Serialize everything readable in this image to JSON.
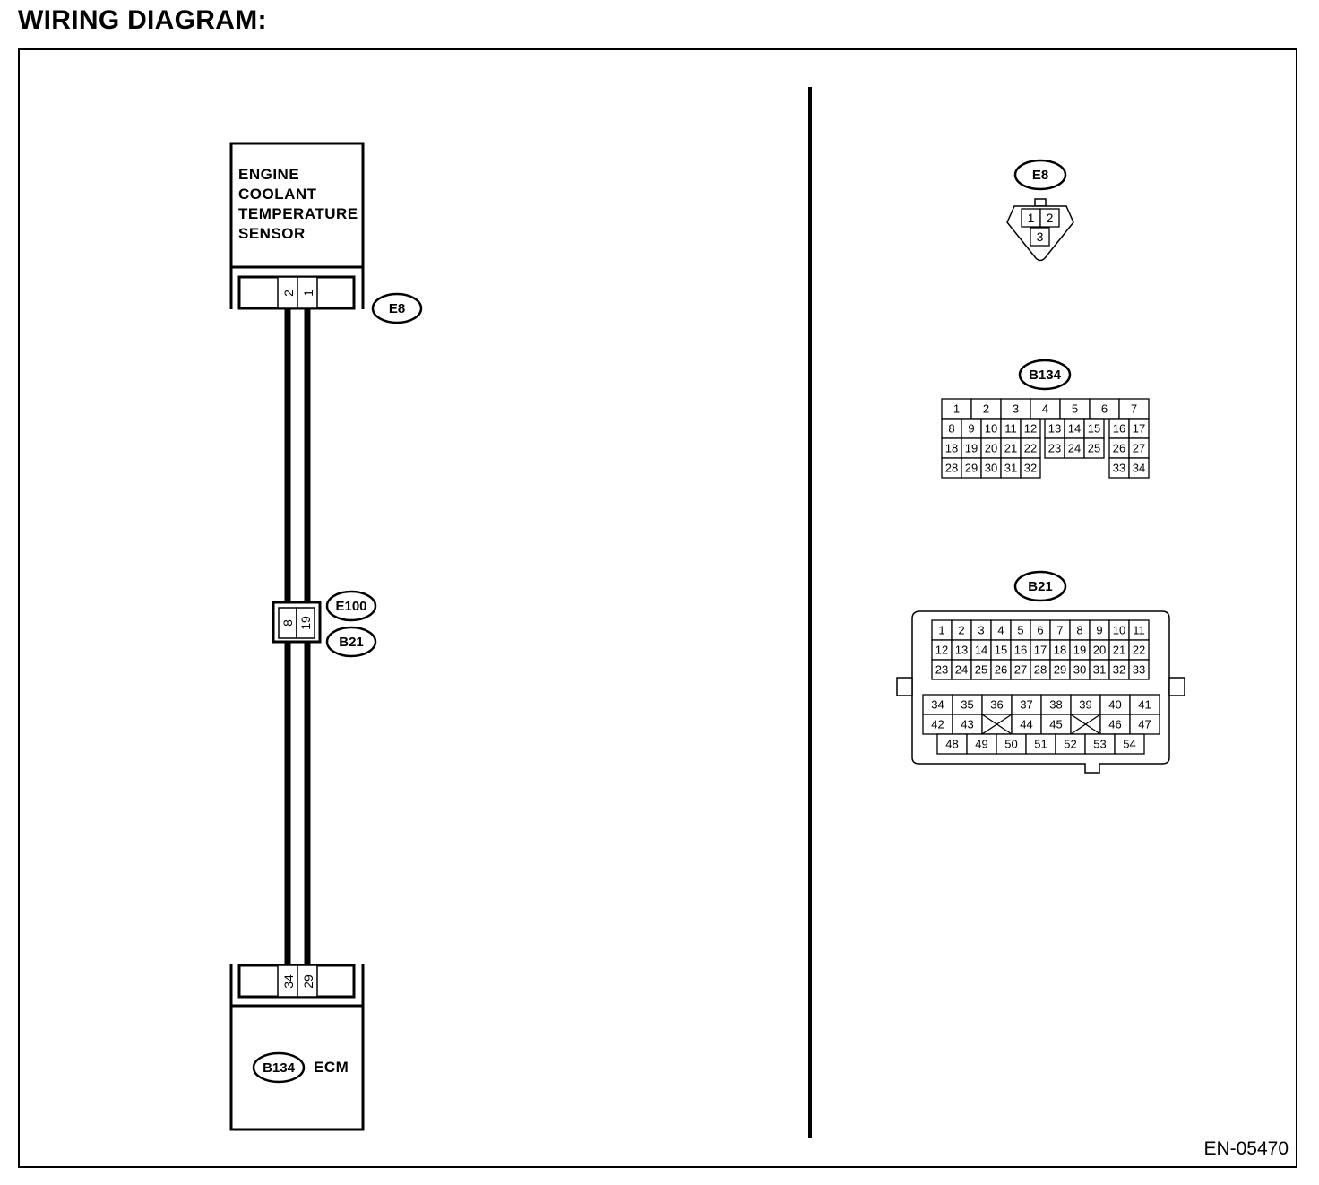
{
  "title": "WIRING DIAGRAM:",
  "figure_code": "EN-05470",
  "sensor": {
    "name_lines": [
      "ENGINE",
      "COOLANT",
      "TEMPERATURE",
      "SENSOR"
    ],
    "connector": "E8",
    "pins": [
      "2",
      "1"
    ]
  },
  "joint": {
    "connectors": [
      "E100",
      "B21"
    ],
    "pins": [
      "8",
      "19"
    ]
  },
  "ecm": {
    "name": "ECM",
    "connector": "B134",
    "pins": [
      "34",
      "29"
    ]
  },
  "connector_views": {
    "e8": {
      "label": "E8",
      "rows": [
        [
          "1",
          "2"
        ],
        [
          "3"
        ]
      ]
    },
    "b134": {
      "label": "B134",
      "rows": [
        [
          "1",
          "2",
          "3",
          "4",
          "5",
          "6",
          "7"
        ],
        [
          "8",
          "9",
          "10",
          "11",
          "12",
          "13",
          "14",
          "15",
          "16",
          "17"
        ],
        [
          "18",
          "19",
          "20",
          "21",
          "22",
          "23",
          "24",
          "25",
          "26",
          "27"
        ],
        [
          "28",
          "29",
          "30",
          "31",
          "32",
          "33",
          "34"
        ]
      ]
    },
    "b21": {
      "label": "B21",
      "rows": [
        [
          "1",
          "2",
          "3",
          "4",
          "5",
          "6",
          "7",
          "8",
          "9",
          "10",
          "11"
        ],
        [
          "12",
          "13",
          "14",
          "15",
          "16",
          "17",
          "18",
          "19",
          "20",
          "21",
          "22"
        ],
        [
          "23",
          "24",
          "25",
          "26",
          "27",
          "28",
          "29",
          "30",
          "31",
          "32",
          "33"
        ],
        [
          "34",
          "35",
          "36",
          "37",
          "38",
          "39",
          "40",
          "41"
        ],
        [
          "42",
          "43",
          "44",
          "45",
          "46",
          "47"
        ],
        [
          "48",
          "49",
          "50",
          "51",
          "52",
          "53",
          "54"
        ]
      ]
    }
  }
}
